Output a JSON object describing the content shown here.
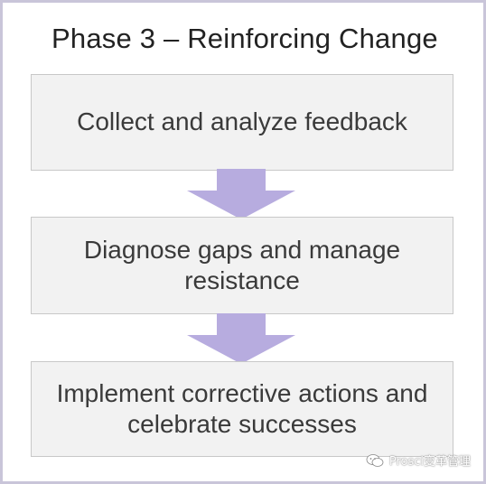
{
  "title": "Phase 3 – Reinforcing Change",
  "steps": [
    {
      "label": "Collect and analyze feedback"
    },
    {
      "label": "Diagnose gaps and manage resistance"
    },
    {
      "label": "Implement corrective actions and celebrate successes"
    }
  ],
  "colors": {
    "box_fill": "#f2f2f2",
    "box_border": "#c8c8c8",
    "arrow": "#b7acdf",
    "frame_border": "#c9c5d9"
  },
  "watermark": {
    "text": "Prosci变革管理",
    "icon": "wechat-icon"
  }
}
